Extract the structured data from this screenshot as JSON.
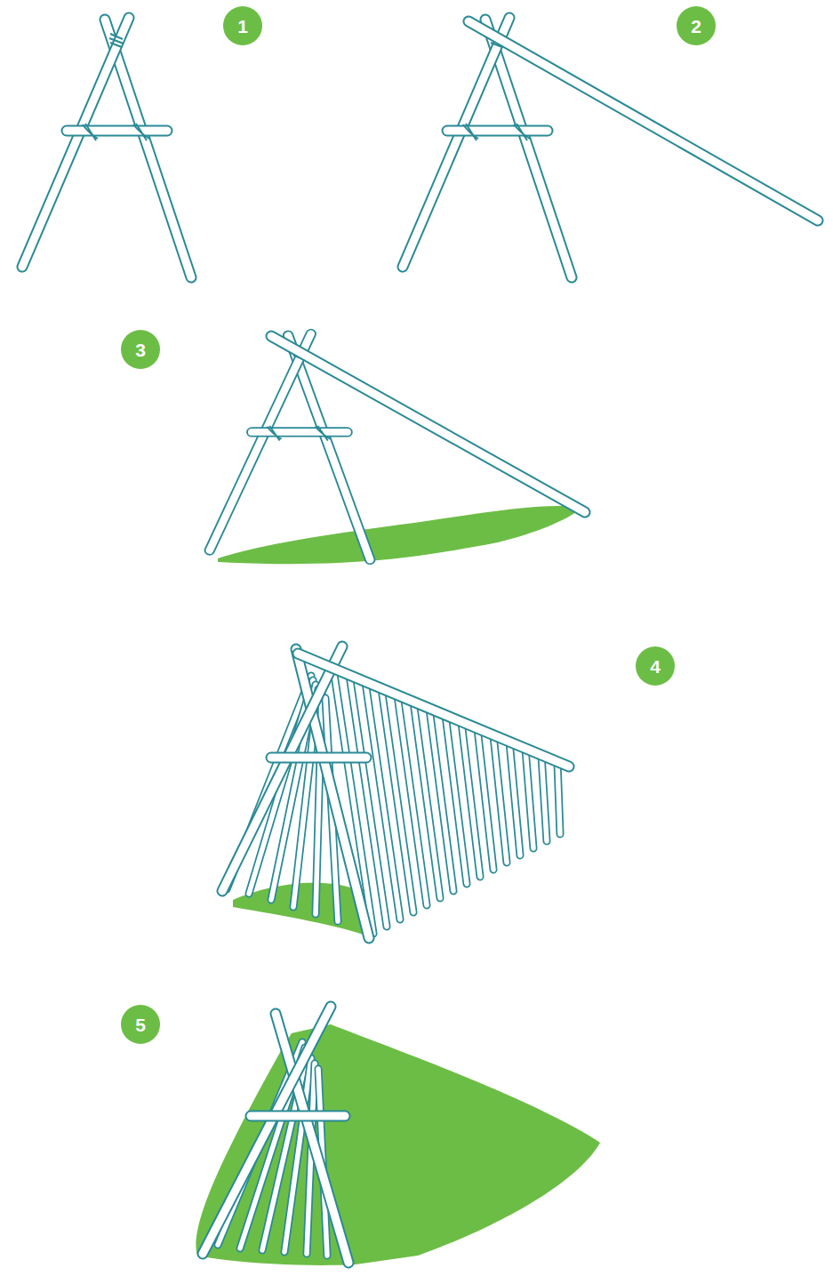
{
  "diagram": {
    "nodes": [
      {
        "text": [
          "1"
        ]
      },
      {
        "text": [
          "2"
        ]
      },
      {
        "text": [
          "3"
        ]
      },
      {
        "text": [
          "4"
        ]
      },
      {
        "text": [
          "5"
        ]
      }
    ]
  }
}
